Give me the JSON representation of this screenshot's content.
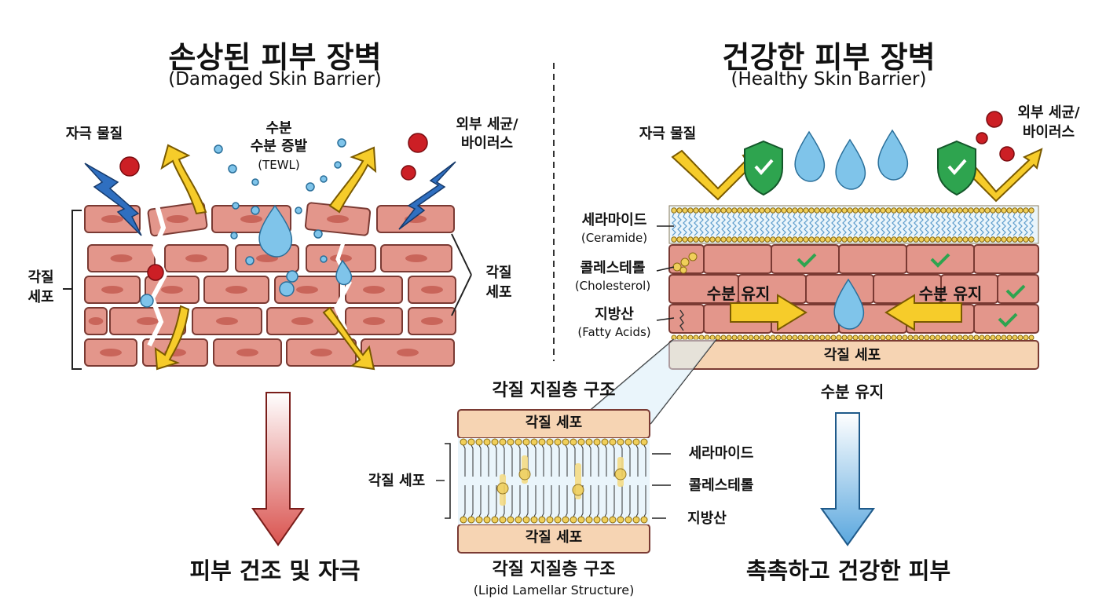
{
  "left": {
    "title": "손상된 피부 장벽",
    "subtitle": "(Damaged Skin Barrier)",
    "irritant_label": "자극 물질",
    "water_label": "수분",
    "tewl_label_line1": "수분 증발",
    "tewl_label_line2": "(TEWL)",
    "bacteria_label_line1": "외부 세균/",
    "bacteria_label_line2": "바이러스",
    "corneocyte_left_line1": "각질",
    "corneocyte_left_line2": "세포",
    "corneocyte_right_line1": "각질",
    "corneocyte_right_line2": "세포",
    "result": "피부 건조 및 자극"
  },
  "right": {
    "title": "건강한 피부 장벽",
    "subtitle": "(Healthy Skin Barrier)",
    "irritant_label": "자극 물질",
    "bacteria_label_line1": "외부 세균/",
    "bacteria_label_line2": "바이러스",
    "ceramide": "세라마이드",
    "ceramide_en": "(Ceramide)",
    "cholesterol": "콜레스테롤",
    "cholesterol_en": "(Cholesterol)",
    "fatty_acid": "지방산",
    "fatty_acid_en": "(Fatty Acids)",
    "moisture_left": "수분 유지",
    "moisture_right": "수분 유지",
    "corneocyte_base": "각질 세포",
    "moisture_below": "수분 유지",
    "result": "촉촉하고 건강한 피부"
  },
  "center": {
    "top_title": "각질 지질층 구조",
    "top_cell": "각질 세포",
    "bottom_cell": "각질 세포",
    "side_label": "각질 세포",
    "ceramide": "세라마이드",
    "cholesterol": "콜레스테롤",
    "fatty_acid": "지방산",
    "bottom_title": "각질 지질층 구조",
    "bottom_subtitle": "(Lipid Lamellar Structure)"
  },
  "colors": {
    "brick": "#e3968b",
    "brick_stroke": "#7a3a33",
    "nucleus": "#c9655a",
    "water": "#7fc4ea",
    "arrow_yellow": "#f6cc2a",
    "bacteria_red": "#cc1f25",
    "lightning": "#2f6fc0",
    "shield_green": "#2ea44f",
    "lipid_yellow": "#f0cf5a",
    "skin_base": "#f6d4b3",
    "red_arrow": "#d9534f",
    "blue_arrow": "#5aa7de"
  }
}
